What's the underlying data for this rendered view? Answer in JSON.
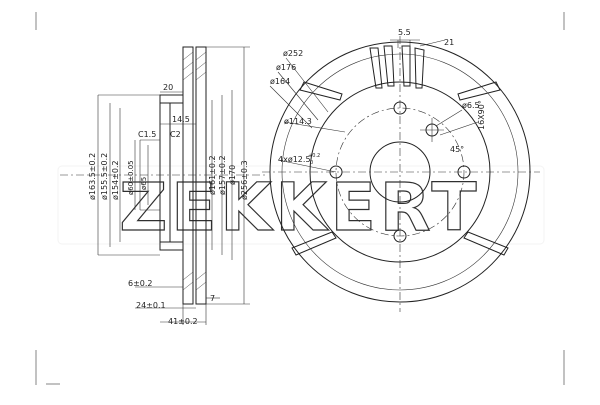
{
  "brand": {
    "wordmark": "ZEKKERT"
  },
  "side_view": {
    "top_labels": {
      "dim_20": "20",
      "dim_14_5": "14.5",
      "c1_5": "C1.5",
      "c2": "C2"
    },
    "vertical_dims": [
      "ø163.5±0.2",
      "ø155.5±0.2",
      "ø154±0.2",
      "ø60±0.05",
      "ø65"
    ],
    "inner_dims": [
      "ø161±0.2",
      "ø157±0.2",
      "ø170",
      "ø256±0.3"
    ],
    "bottom_dims": {
      "d6": "6±0.2",
      "d24": "24±0.1",
      "d41": "41±0.2",
      "d7": "7"
    }
  },
  "front_view": {
    "dims": {
      "d252": "ø252",
      "d176": "ø176",
      "d164": "ø164",
      "d114": "ø114.3",
      "holes": "4xø12.5",
      "tol_top": "+0.2",
      "tol_bot": "0",
      "d6_5": "ø6.5",
      "thread": "16X90°",
      "angle": "45°",
      "d5_5": "5.5",
      "d21": "21"
    }
  }
}
